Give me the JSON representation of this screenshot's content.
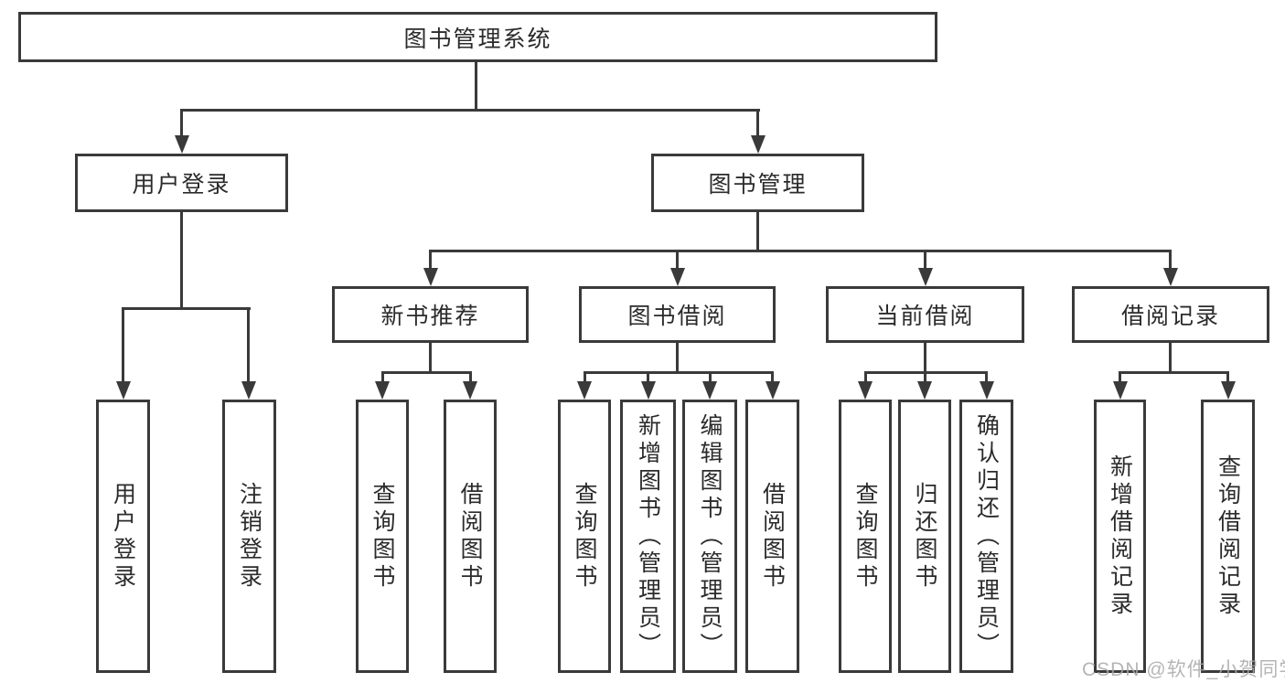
{
  "title": "图书管理系统",
  "watermark": "CSDN @软件_小贺同学",
  "colors": {
    "line": "#3a3a3a",
    "text": "#2b2b2b",
    "background": "#ffffff",
    "watermark": "#a8a8a8"
  },
  "chart_type": "tree-diagram",
  "nodes": {
    "root": {
      "label": "图书管理系统"
    },
    "user_login": {
      "label": "用户登录"
    },
    "book_mgmt": {
      "label": "图书管理"
    },
    "new_book_rec": {
      "label": "新书推荐"
    },
    "book_borrow": {
      "label": "图书借阅"
    },
    "current_borrow": {
      "label": "当前借阅"
    },
    "borrow_records": {
      "label": "借阅记录"
    },
    "leaf_user_login": {
      "label": "用户登录"
    },
    "leaf_logout": {
      "label": "注销登录"
    },
    "rec_query_books": {
      "label": "查询图书"
    },
    "rec_borrow_books": {
      "label": "借阅图书"
    },
    "bb_query_books": {
      "label": "查询图书"
    },
    "bb_add_books": {
      "label": "新增图书（管理员）"
    },
    "bb_edit_books": {
      "label": "编辑图书（管理员）"
    },
    "bb_borrow_books": {
      "label": "借阅图书"
    },
    "cb_query_books": {
      "label": "查询图书"
    },
    "cb_return_books": {
      "label": "归还图书"
    },
    "cb_confirm_return": {
      "label": "确认归还（管理员）"
    },
    "br_add_record": {
      "label": "新增借阅记录"
    },
    "br_query_record": {
      "label": "查询借阅记录"
    }
  },
  "edges": [
    [
      "root",
      "user_login"
    ],
    [
      "root",
      "book_mgmt"
    ],
    [
      "user_login",
      "leaf_user_login"
    ],
    [
      "user_login",
      "leaf_logout"
    ],
    [
      "book_mgmt",
      "new_book_rec"
    ],
    [
      "book_mgmt",
      "book_borrow"
    ],
    [
      "book_mgmt",
      "current_borrow"
    ],
    [
      "book_mgmt",
      "borrow_records"
    ],
    [
      "new_book_rec",
      "rec_query_books"
    ],
    [
      "new_book_rec",
      "rec_borrow_books"
    ],
    [
      "book_borrow",
      "bb_query_books"
    ],
    [
      "book_borrow",
      "bb_add_books"
    ],
    [
      "book_borrow",
      "bb_edit_books"
    ],
    [
      "book_borrow",
      "bb_borrow_books"
    ],
    [
      "current_borrow",
      "cb_query_books"
    ],
    [
      "current_borrow",
      "cb_return_books"
    ],
    [
      "current_borrow",
      "cb_confirm_return"
    ],
    [
      "borrow_records",
      "br_add_record"
    ],
    [
      "borrow_records",
      "br_query_record"
    ]
  ]
}
